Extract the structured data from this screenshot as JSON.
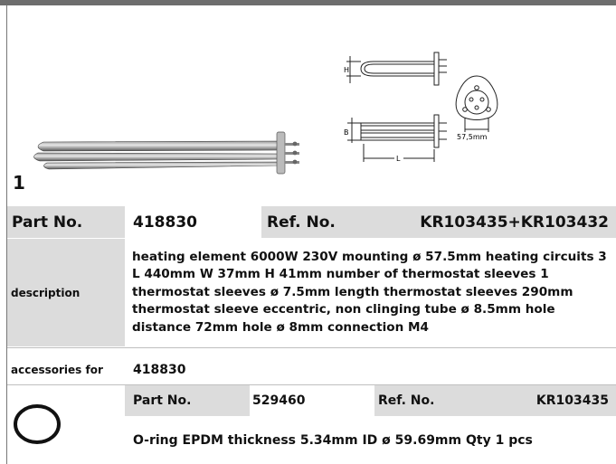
{
  "figure": {
    "number": "1",
    "dim_h": "H",
    "dim_b": "B",
    "dim_l": "L",
    "dim_flange": "57,5mm"
  },
  "main_row": {
    "part_no_label": "Part No.",
    "part_no": "418830",
    "ref_no_label": "Ref. No.",
    "ref_no": "KR103435+KR103432"
  },
  "description": {
    "label": "description",
    "text": "heating element  6000W 230V mounting ø 57.5mm heating circuits 3 L 440mm W 37mm H 41mm number of thermostat sleeves 1 thermostat sleeves ø 7.5mm length thermostat sleeves 290mm thermostat sleeve eccentric, non clinging tube ø 8.5mm hole distance 72mm hole ø 8mm connection M4"
  },
  "accessories": {
    "label": "accessories for",
    "value": "418830"
  },
  "accessory_item": {
    "part_no_label": "Part No.",
    "part_no": "529460",
    "ref_no_label": "Ref. No.",
    "ref_no": "KR103435",
    "description": "O-ring  EPDM thickness 5.34mm ID ø 59.69mm Qty 1 pcs"
  }
}
